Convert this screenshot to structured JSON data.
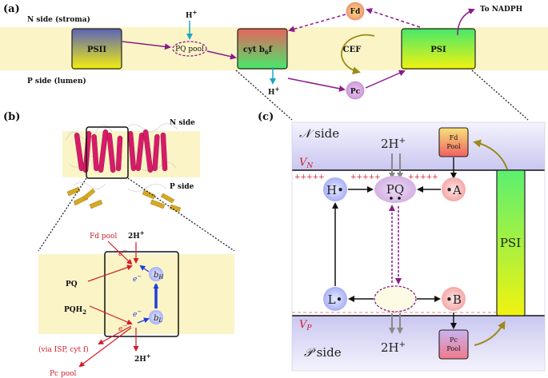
{
  "panel_a": {
    "label": "(a)",
    "n_side": "N side (stroma)",
    "p_side": "P side (lumen)",
    "psii": "PSII",
    "pq_pool": "PQ pool",
    "cytb6f_main": "cyt b",
    "cytb6f_sub": "6",
    "cytb6f_end": "f",
    "cef": "CEF",
    "psi": "PSI",
    "fd": "Fd",
    "pc": "Pc",
    "h_top": "H",
    "h_bottom": "H",
    "plus": "+",
    "to_nadph": "To NADPH"
  },
  "panel_b": {
    "label": "(b)",
    "n_side": "N side",
    "p_side": "P side",
    "fd_pool": "Fd pool",
    "pq": "PQ",
    "pqh2_main": "PQH",
    "pqh2_sub": "2",
    "via": "(via ISP, cyt f)",
    "pc_pool": "Pc pool",
    "two_h_top": "2H",
    "two_h_bottom": "2H",
    "plus": "+",
    "e_minus": "e",
    "b_h": "b",
    "b_h_sub": "H",
    "b_l": "b",
    "b_l_sub": "L"
  },
  "panel_c": {
    "label": "(c)",
    "n_side_sym": "𝒩",
    "n_side_word": " side",
    "p_side_sym": "𝒫",
    "p_side_word": " side",
    "two_h_top": "2H",
    "two_h_bottom": "2H",
    "plus": "+",
    "v_n": "V",
    "v_n_sub": "N",
    "v_p": "V",
    "v_p_sub": "P",
    "pluses": "+++++",
    "fd_pool_line1": "Fd",
    "fd_pool_line2": "Pool",
    "pc_pool_line1": "Pc",
    "pc_pool_line2": "Pool",
    "site_h": "H",
    "site_pq": "PQ",
    "site_a": "A",
    "site_l": "L",
    "site_b": "B",
    "psi": "PSI"
  },
  "colors": {
    "membrane_band": "#fbf4c7",
    "panel_c_band": "#d8d7f4",
    "arrow_purple": "#8a1a8a",
    "olive": "#9b8a1a",
    "red_label": "#d01d2a",
    "blue_arrow": "#1f3fd8",
    "cyan_arrow": "#1aa6c7"
  }
}
